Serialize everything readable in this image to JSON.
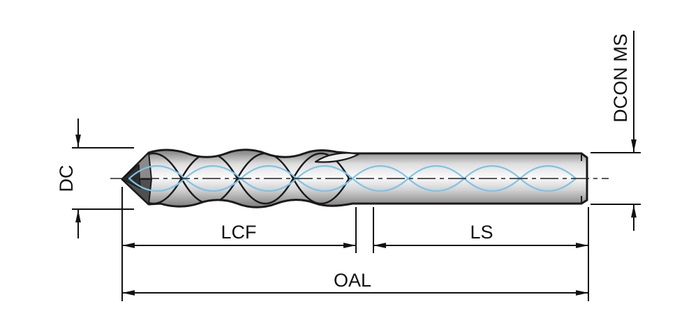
{
  "labels": {
    "dc": "DC",
    "dcon_ms": "DCON MS",
    "lcf": "LCF",
    "ls": "LS",
    "oal": "OAL"
  },
  "colors": {
    "outline": "#1a1a1a",
    "dimension_line": "#111111",
    "coolant_line": "#7ec3e8",
    "background": "#ffffff"
  }
}
